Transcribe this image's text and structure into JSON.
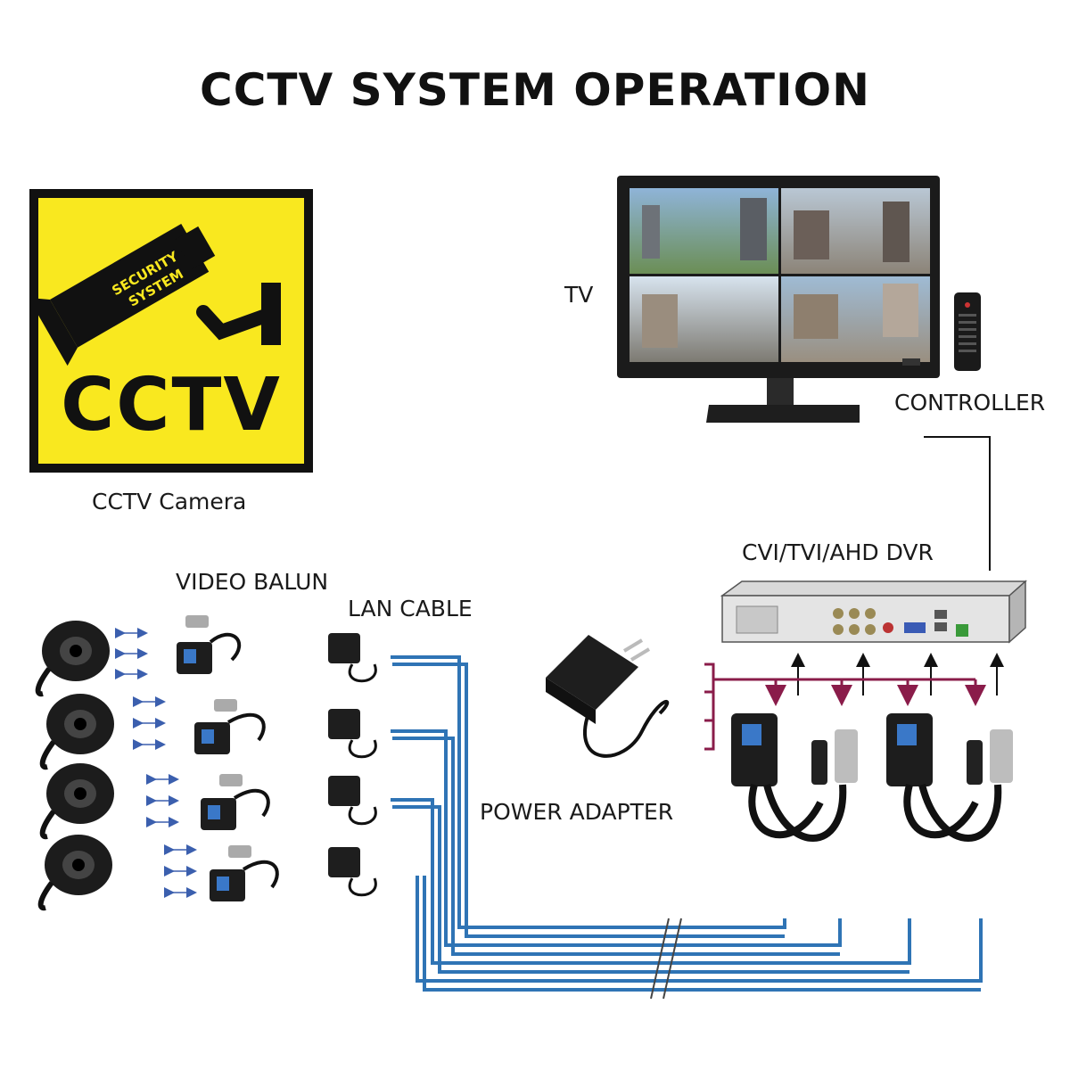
{
  "title": "CCTV SYSTEM OPERATION",
  "sign": {
    "badge_line1": "SECURITY",
    "badge_line2": "SYSTEM",
    "big_text": "CCTV"
  },
  "labels": {
    "cctv_camera": "CCTV Camera",
    "tv": "TV",
    "controller": "CONTROLLER",
    "dvr": "CVI/TVI/AHD DVR",
    "video_balun": "VIDEO BALUN",
    "lan_cable": "LAN CABLE",
    "power_adapter": "POWER ADAPTER"
  },
  "colors": {
    "sign_yellow": "#f9e81f",
    "lan_blue": "#2f74b5",
    "power_magenta": "#8a1c4a",
    "arrow_navy": "#3b5fae"
  },
  "icons": [
    "dome-camera-icon",
    "video-balun-icon",
    "power-adapter-icon",
    "tv-monitor-icon",
    "remote-control-icon",
    "dvr-icon",
    "security-camera-icon"
  ]
}
